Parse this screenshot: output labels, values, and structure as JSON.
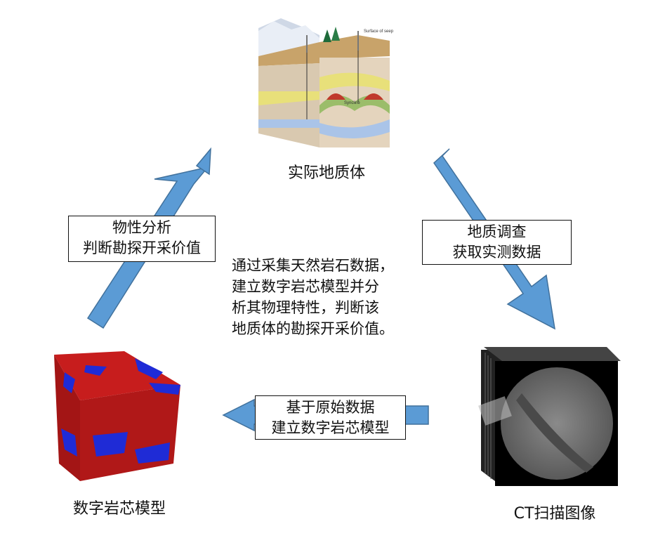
{
  "nodes": {
    "geology": "实际地质体",
    "ct": "CT扫描图像",
    "core": "数字岩芯模型"
  },
  "geology_mini_label": "Surface of seep",
  "geology_syncline_label": "Syncline",
  "steps": {
    "survey": [
      "地质调查",
      "获取实测数据"
    ],
    "build": [
      "基于原始数据",
      "建立数字岩芯模型"
    ],
    "analyze": [
      "物性分析",
      "判断勘探开采价值"
    ]
  },
  "description": [
    "通过采集天然岩石数据，",
    "建立数字岩芯模型并分",
    "析其物理特性，判断该",
    "地质体的勘探开采价值。"
  ],
  "colors": {
    "arrow_fill": "#5b9bd5",
    "arrow_stroke": "#41719c",
    "core_red": "#c1121f",
    "core_blue": "#1f2bd6"
  }
}
